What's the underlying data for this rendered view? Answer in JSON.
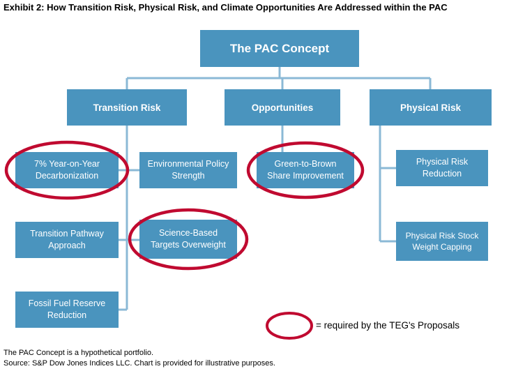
{
  "title": "Exhibit 2: How Transition Risk, Physical Risk, and Climate Opportunities Are Addressed within the PAC",
  "chart_data": {
    "type": "diagram",
    "root": "The PAC Concept",
    "branches": [
      {
        "label": "Transition Risk",
        "children": [
          {
            "label": "7% Year-on-Year Decarbonization",
            "required_by_teg": true
          },
          {
            "label": "Environmental Policy Strength",
            "required_by_teg": false
          },
          {
            "label": "Transition Pathway Approach",
            "required_by_teg": false
          },
          {
            "label": "Science-Based Targets Overweight",
            "required_by_teg": true
          },
          {
            "label": "Fossil Fuel Reserve Reduction",
            "required_by_teg": false
          }
        ]
      },
      {
        "label": "Opportunities",
        "children": [
          {
            "label": "Green-to-Brown Share Improvement",
            "required_by_teg": true
          }
        ]
      },
      {
        "label": "Physical Risk",
        "children": [
          {
            "label": "Physical Risk Reduction",
            "required_by_teg": false
          },
          {
            "label": "Physical Risk Stock Weight Capping",
            "required_by_teg": false
          }
        ]
      }
    ]
  },
  "nodes": {
    "root": "The PAC Concept",
    "transition": "Transition Risk",
    "opportunities": "Opportunities",
    "physical": "Physical Risk",
    "decarbonization": "7% Year-on-Year Decarbonization",
    "env_policy": "Environmental Policy Strength",
    "green_brown": "Green-to-Brown Share Improvement",
    "phys_reduction": "Physical Risk Reduction",
    "pathway": "Transition Pathway Approach",
    "science_based": "Science-Based Targets Overweight",
    "stock_capping": "Physical Risk Stock Weight Capping",
    "fossil": "Fossil Fuel Reserve Reduction"
  },
  "legend": {
    "text": "= required by the TEG's Proposals"
  },
  "footnotes": {
    "line1": "The PAC Concept is a hypothetical portfolio.",
    "line2": "Source: S&P Dow Jones Indices LLC. Chart is provided for illustrative purposes."
  },
  "colors": {
    "box_blue": "#4a94be",
    "connector_blue": "#8bb9d6",
    "highlight_red": "#c00a30",
    "text_white": "#ffffff",
    "text_black": "#000000"
  }
}
